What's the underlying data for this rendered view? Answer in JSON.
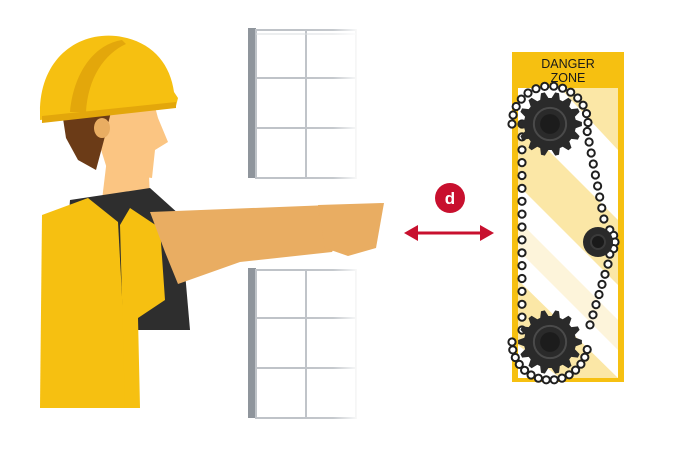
{
  "danger_zone": {
    "line1": "DANGER",
    "line2": "ZONE"
  },
  "distance_marker": {
    "label": "d"
  },
  "colors": {
    "helmet": "#f6c011",
    "helmet_shadow": "#e3a70b",
    "skin": "#fbc582",
    "skin_shade": "#e9ad62",
    "hair": "#6b3b17",
    "vest": "#f6c011",
    "shirt": "#2e2e2e",
    "zone_yellow": "#f6c011",
    "zone_stripe": "#fbe7a6",
    "gear": "#2a2a2a",
    "chain": "#1f1f1f",
    "marker": "#c8102e",
    "window_frame": "#bfc3c8"
  }
}
